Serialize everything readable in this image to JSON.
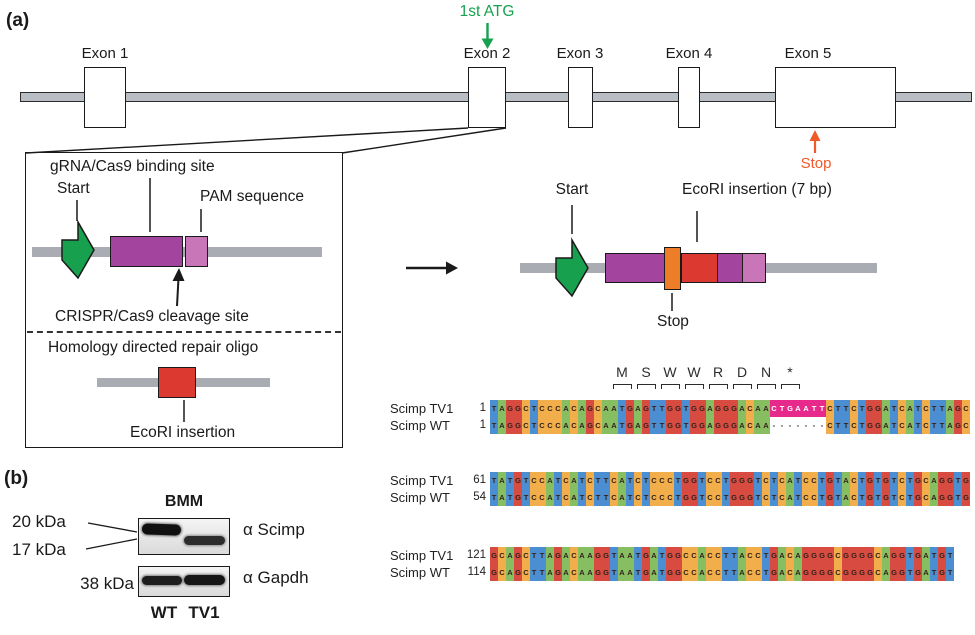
{
  "panel_a": {
    "tag": "(a)",
    "first_atg_label": "1st ATG",
    "exons": [
      {
        "label": "Exon 1"
      },
      {
        "label": "Exon 2"
      },
      {
        "label": "Exon 3"
      },
      {
        "label": "Exon 4"
      },
      {
        "label": "Exon 5"
      }
    ],
    "stop_top_label": "Stop",
    "inset": {
      "grna_label": "gRNA/Cas9 binding site",
      "start_label": "Start",
      "pam_label": "PAM sequence",
      "cleavage_label": "CRISPR/Cas9 cleavage site",
      "hdr_label": "Homology directed repair oligo",
      "ecori_label": "EcoRI insertion"
    },
    "edited_allele": {
      "start_label": "Start",
      "ecori_label": "EcoRI insertion (7 bp)",
      "stop_label": "Stop"
    },
    "colors": {
      "green": "#17A14F",
      "orange_text": "#F05A28",
      "purple": "#A3449E",
      "pink": "#C976B8",
      "orange_box": "#EE7D28",
      "red_box": "#DC3931",
      "gene_line_gray": "#b9bdc4",
      "inset_line_gray": "#a9adb3"
    }
  },
  "alignment": {
    "color_map": {
      "A": "#86BE61",
      "C": "#F2AE4A",
      "G": "#D84B41",
      "T": "#4C8ED2"
    },
    "insert_color": "#E8298C",
    "amino_header": {
      "residues": [
        "M",
        "S",
        "W",
        "W",
        "R",
        "D",
        "N",
        "*"
      ],
      "codon_start_col": 16
    },
    "blocks": [
      {
        "rows": [
          {
            "label": "Scimp TV1",
            "num": "1",
            "seq": "TAGGCTCCCACAGCAATGAGTTGGTGGAGGGACAACTGAATTCTTCTGGATCATCTTAGC",
            "highlight": {
              "start": 35,
              "end": 42
            }
          },
          {
            "label": "Scimp WT",
            "num": "1",
            "seq": "TAGGCTCCCACAGCAATGAGTTGGTGGAGGGACAA-------CTTCTGGATCATCTTAGC"
          }
        ]
      },
      {
        "rows": [
          {
            "label": "Scimp TV1",
            "num": "61",
            "seq": "TATGTCCATCATCTTCATCTCCCTGGTCCTGGGTCTCATCCTGTACTGTGTCTGCAGGTG"
          },
          {
            "label": "Scimp WT",
            "num": "54",
            "seq": "TATGTCCATCATCTTCATCTCCCTGGTCCTGGGTCTCATCCTGTACTGTGTCTGCAGGTG"
          }
        ]
      },
      {
        "rows": [
          {
            "label": "Scimp TV1",
            "num": "121",
            "seq": "GCAGCTTAGACAAGGTAATGATGGCCACCTTACCTGACAGGGGCGGGGCAGGTGATGT"
          },
          {
            "label": "Scimp WT",
            "num": "114",
            "seq": "GCAGCTTAGACAAGGTAATGATGGCCACCTTACCTGACAGGGGCGGGGCAGGTGATGT"
          }
        ]
      }
    ]
  },
  "panel_b": {
    "tag": "(b)",
    "sample_label": "BMM",
    "marker_20": "20 kDa",
    "marker_17": "17 kDa",
    "marker_38": "38 kDa",
    "antibody_scimp": "α Scimp",
    "antibody_gapdh": "α Gapdh",
    "lane_wt": "WT",
    "lane_tv1": "TV1"
  }
}
